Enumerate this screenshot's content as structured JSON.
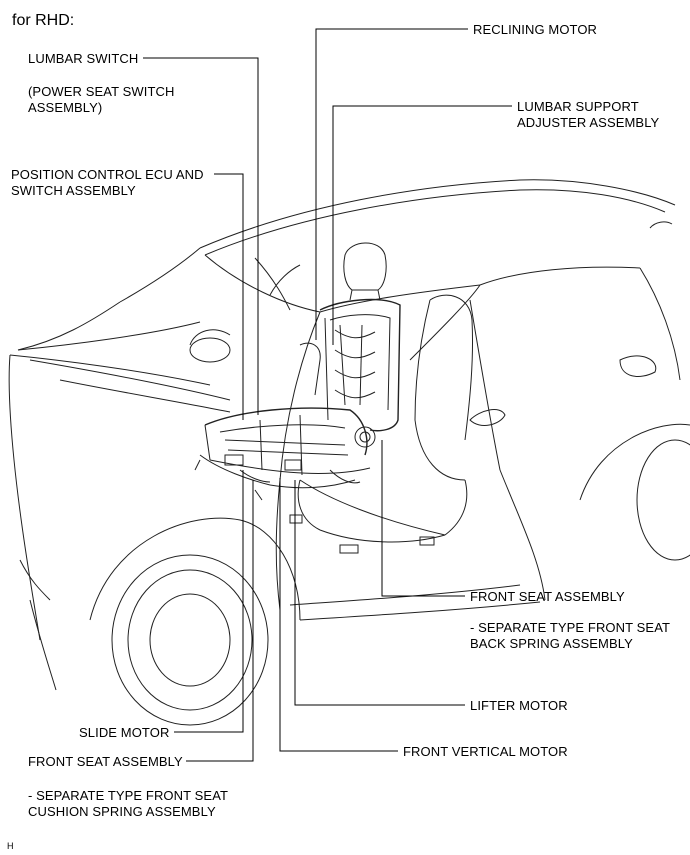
{
  "header": {
    "title": "for RHD:"
  },
  "labels": {
    "lumbar_switch": "LUMBAR SWITCH",
    "lumbar_switch_sub": "(POWER SEAT SWITCH\nASSEMBLY)",
    "position_control": "POSITION CONTROL ECU AND\nSWITCH ASSEMBLY",
    "reclining_motor": "RECLINING MOTOR",
    "lumbar_support": "LUMBAR SUPPORT\nADJUSTER ASSEMBLY",
    "front_seat_right": "FRONT SEAT ASSEMBLY",
    "front_seat_right_sub": "- SEPARATE TYPE FRONT SEAT\nBACK SPRING ASSEMBLY",
    "lifter_motor": "LIFTER MOTOR",
    "slide_motor": "SLIDE MOTOR",
    "front_vertical_motor": "FRONT VERTICAL MOTOR",
    "front_seat_left": "FRONT SEAT ASSEMBLY",
    "front_seat_left_sub": "- SEPARATE TYPE FRONT SEAT\nCUSHION SPRING ASSEMBLY"
  },
  "footer": {
    "code": "H"
  }
}
